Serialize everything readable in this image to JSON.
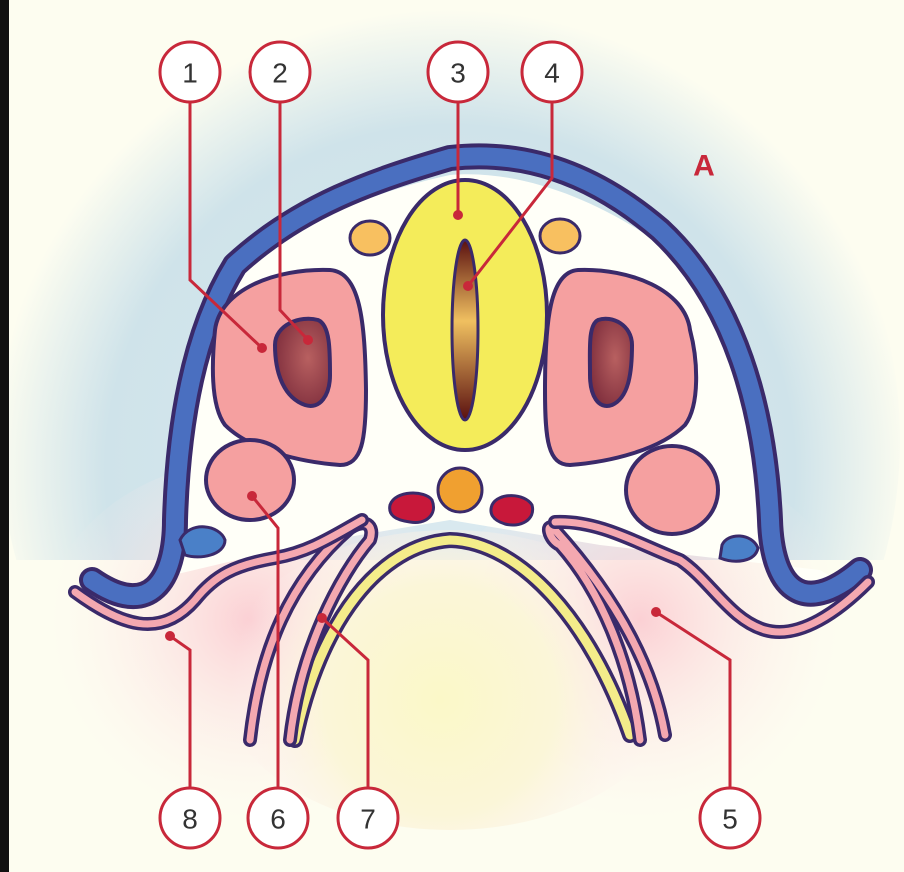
{
  "panel_label": "A",
  "callouts": [
    {
      "id": "c1",
      "number": "1"
    },
    {
      "id": "c2",
      "number": "2"
    },
    {
      "id": "c3",
      "number": "3"
    },
    {
      "id": "c4",
      "number": "4"
    },
    {
      "id": "c5",
      "number": "5"
    },
    {
      "id": "c6",
      "number": "6"
    },
    {
      "id": "c7",
      "number": "7"
    },
    {
      "id": "c8",
      "number": "8"
    }
  ],
  "colors": {
    "background": "#fdfdf0",
    "halo_blue": "#cfe3ea",
    "ectoderm_blue": "#4a6fc0",
    "outline": "#3a2a6a",
    "neural_tube_yellow": "#f4ec5a",
    "somite_pink": "#f5a0a0",
    "myocoel_brown": "#8a3a3a",
    "notochord_orange": "#f0a030",
    "aorta_red": "#c8183a",
    "mesoderm_pink": "#f4a8b0",
    "endoderm_yellow": "#f4ec8a",
    "callout_red": "#c8283a",
    "left_border": "#111111"
  }
}
